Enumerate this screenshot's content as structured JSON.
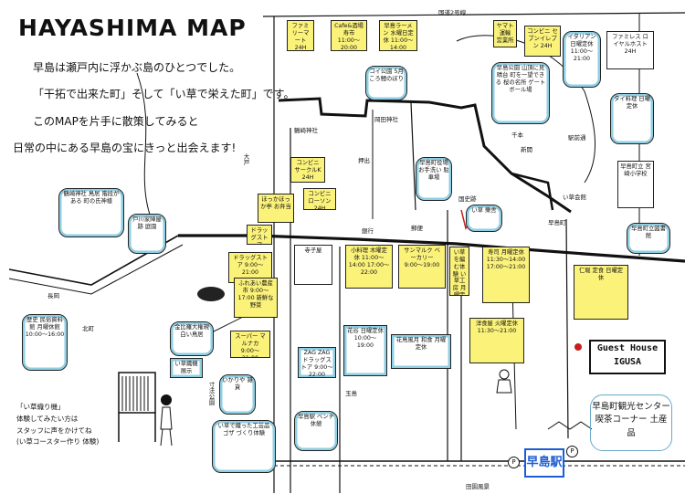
{
  "title": "HAYASHIMA MAP",
  "intro": [
    "早島は瀬戸内に浮かぶ島のひとつでした。",
    "「干拓で出来た町」そして「い草で栄えた町」です。",
    "このMAPを片手に散策してみると",
    "日常の中にある早島の宝にきっと出会えます!"
  ],
  "road_labels": {
    "route2_top": "国道2号線",
    "route2_bottom": "田園風景",
    "shrine_tsurushima": "鶴崎神社",
    "shrine_okada": "岡田神社",
    "oshiro": "押出",
    "sunpo_kouen": "寸法公園",
    "shinkai": "新開",
    "kozakura": "駅前通",
    "nagaoka": "長岡",
    "ginko": "銀行",
    "yubin": "郵便",
    "tamazono": "玉島",
    "okido": "大戸",
    "senbon": "千本",
    "koshiki": "国史跡",
    "hayashimacho": "早島町",
    "igusa_center": "い草会館",
    "kitamachi": "北町"
  },
  "places": {
    "p1": "ファミリーマート 24H",
    "p2": "Cafe&酒場 寿市 11:00〜20:00",
    "p3": "早島ラーメン 水曜日定休 11:00〜14:00",
    "p4": "ヤマト運輸 営業所",
    "p5": "コンビニ セブンイレブン 24H",
    "p6": "イタリアン 日曜定休 11:00〜21:00",
    "p7": "ファミレス ロイヤルホスト 24H",
    "p8": "コイ公園 5月ころ鯉のぼり",
    "p9": "早島公園 山頂に見晴台 町を一望できる 桜の名所 ゲートボール場",
    "p10": "コンビニ サークルK 24H",
    "p11": "コンビニ ローソン 24H",
    "p12": "ほっかほっか亭 お弁当",
    "p13": "ドラッグストア 9:00〜21:00",
    "p14": "早島町役場 お手洗い 駐車場",
    "p15": "鶴崎神社 鳥居 階段がある 町の氏神様",
    "p16": "戸川家陣屋跡 庭園",
    "p17": "早島駅 ベンチ 休憩",
    "p18": "寿司 月曜定休 11:30〜14:00 17:00〜21:00",
    "p19": "早島町観光センター 喫茶コーナー 土産品",
    "p20": "Guest House IGUSA",
    "p21": "い草 樂舎",
    "p22": "い草で織った工芸品 ゴザ づくり体験",
    "p23": "洋食屋 火曜定休 11:30〜21:00",
    "p24": "ふれあい農産市 9:00〜17:00 新鮮な野菜",
    "p25": "小料理 木曜定休 11:00〜14:00 17:00〜22:00",
    "p26": "サンマルク ベーカリー 9:00〜19:00",
    "p27": "花谷 日曜定休 10:00〜19:00",
    "p28": "花鳥風月 和食 月曜定休",
    "p29": "スーパー マルナカ 9:00〜21:00",
    "p30": "ZAG ZAG ドラッグストア 9:00〜22:00",
    "p31": "いかりや 雑貨",
    "p32": "歴史 民俗資料館 月曜休館 10:00〜16:00",
    "p33": "金比羅大権現 白い鳥居",
    "p34": "い草織機 展示",
    "p35": "寺子屋",
    "p36": "仁堀 定食 日曜定休",
    "p37": "早島町立図書館",
    "p38": "タイ料理 日曜定休",
    "p39": "早島町立 宮崎小学校",
    "p40": "い草を編む体験 い草工房 月曜定休"
  },
  "notes": [
    "「い草織り機」",
    "体験してみたい方は",
    "スタッフに声をかけてね",
    "(い草コースター作り 体験)"
  ],
  "station": "早島駅",
  "station_icon": "P",
  "p_icon": "P",
  "colors": {
    "yellow": "#fbf27a",
    "blue": "#8fcfe3",
    "red": "#c81d1d",
    "station": "#1c5dd6"
  }
}
